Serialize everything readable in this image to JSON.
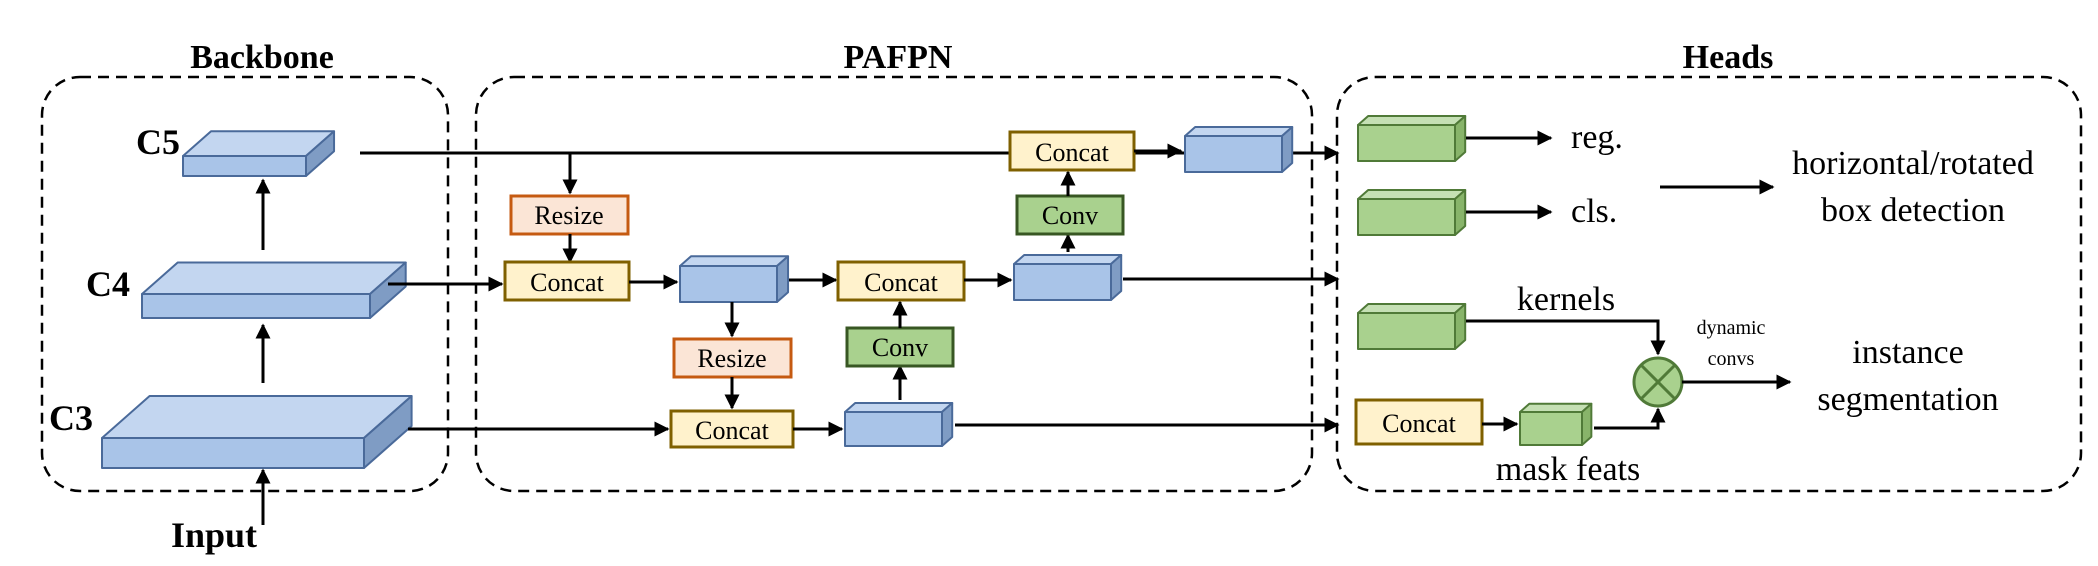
{
  "groups": {
    "backbone": "Backbone",
    "pafpn": "PAFPN",
    "heads": "Heads"
  },
  "backbone": {
    "c5": "C5",
    "c4": "C4",
    "c3": "C3",
    "input": "Input"
  },
  "neck": {
    "resize": "Resize",
    "concat": "Concat",
    "conv": "Conv"
  },
  "heads": {
    "reg": "reg.",
    "cls": "cls.",
    "det_line1": "horizontal/rotated",
    "det_line2": "box detection",
    "kernels": "kernels",
    "dyn_line1": "dynamic",
    "dyn_line2": "convs",
    "seg_line1": "instance",
    "seg_line2": "segmentation",
    "concat": "Concat",
    "mask_feats": "mask feats"
  },
  "colors": {
    "blue_front": "#a9c4e8",
    "blue_top": "#c3d6f0",
    "blue_side": "#7f9cc4",
    "blue_stroke": "#4a6a9a",
    "green_front": "#a9d18e",
    "green_top": "#c5e0b4",
    "green_side": "#88b46a",
    "green_stroke": "#507a38",
    "concat_fill": "#fff2cc",
    "concat_stroke": "#7f6000",
    "resize_fill": "#fbe5d6",
    "resize_stroke": "#c55a11"
  }
}
